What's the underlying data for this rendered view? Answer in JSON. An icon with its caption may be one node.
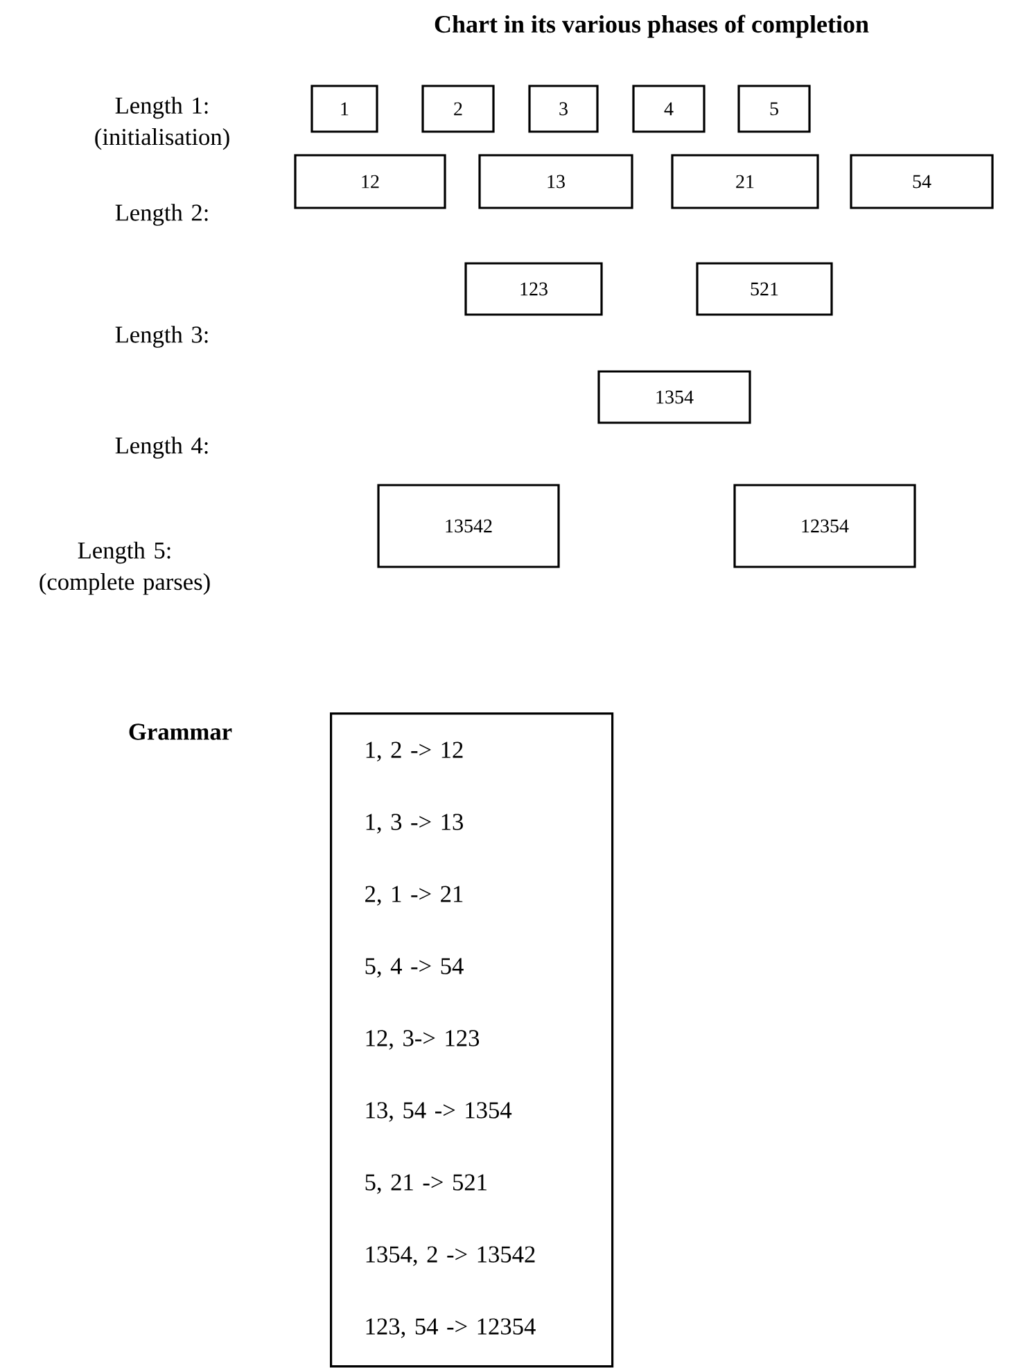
{
  "diagram": {
    "title": "Chart in its various phases of completion",
    "nodes": [
      {
        "text": [
          "1"
        ]
      },
      {
        "text": [
          "2"
        ]
      },
      {
        "text": [
          "3"
        ]
      },
      {
        "text": [
          "4"
        ]
      },
      {
        "text": [
          "5"
        ]
      },
      {
        "text": [
          "12"
        ]
      },
      {
        "text": [
          "13"
        ]
      },
      {
        "text": [
          "21"
        ]
      },
      {
        "text": [
          "54"
        ]
      },
      {
        "text": [
          "123"
        ]
      },
      {
        "text": [
          "521"
        ]
      },
      {
        "text": [
          "1354"
        ]
      },
      {
        "text": [
          "13542"
        ]
      },
      {
        "text": [
          "12354"
        ]
      },
      {
        "text": [
          "Grammar",
          "1, 2 -> 12",
          "1, 3 -> 13",
          "2, 1 -> 21",
          "5, 4 -> 54",
          "12, 3-> 123",
          "13, 54 -> 1354",
          "5, 21 -> 521",
          "1354, 2 -> 13542",
          "123, 54 -> 12354"
        ]
      }
    ],
    "edges": [],
    "labels": [
      "Length 1: (initialisation)",
      "Length 2:",
      "Length 3:",
      "Length 4:",
      "Length 5: (complete parses)"
    ]
  }
}
